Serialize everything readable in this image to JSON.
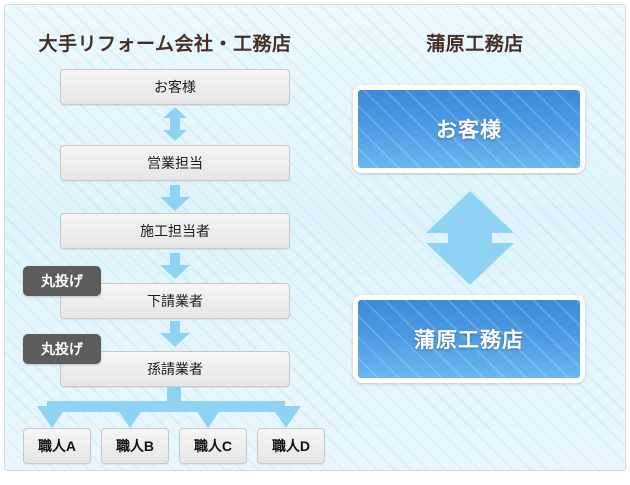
{
  "diagram": {
    "type": "comparison-flow",
    "background_color": "#e3f4fb",
    "accent_arrow_color": "#8fd3f4",
    "badge_color": "#5c5c5c",
    "blue_box_gradient": [
      "#3d8bd8",
      "#6ab6ef"
    ],
    "grey_box_gradient": [
      "#f6f6f6",
      "#e6e6e6"
    ]
  },
  "left_column": {
    "title": "大手リフォーム会社・工務店",
    "nodes": [
      {
        "id": "customer",
        "label": "お客様"
      },
      {
        "id": "sales",
        "label": "営業担当"
      },
      {
        "id": "construct",
        "label": "施工担当者"
      },
      {
        "id": "sub",
        "label": "下請業者"
      },
      {
        "id": "grand",
        "label": "孫請業者"
      }
    ],
    "badges": [
      {
        "id": "badge1",
        "label": "丸投げ",
        "attached_to": "sub"
      },
      {
        "id": "badge2",
        "label": "丸投げ",
        "attached_to": "grand"
      }
    ],
    "craftsmen": [
      {
        "id": "c0",
        "label": "職人A"
      },
      {
        "id": "c1",
        "label": "職人B"
      },
      {
        "id": "c2",
        "label": "職人C"
      },
      {
        "id": "c3",
        "label": "職人D"
      }
    ],
    "connectors": [
      {
        "from": "customer",
        "to": "sales",
        "style": "double"
      },
      {
        "from": "sales",
        "to": "construct",
        "style": "single"
      },
      {
        "from": "construct",
        "to": "sub",
        "style": "single"
      },
      {
        "from": "sub",
        "to": "grand",
        "style": "single"
      },
      {
        "from": "grand",
        "to": "craftsmen",
        "style": "branch-4"
      }
    ]
  },
  "right_column": {
    "title": "蒲原工務店",
    "nodes": [
      {
        "id": "blue-customer",
        "label": "お客様"
      },
      {
        "id": "blue-company",
        "label": "蒲原工務店"
      }
    ],
    "connectors": [
      {
        "from": "blue-customer",
        "to": "blue-company",
        "style": "double-large"
      }
    ]
  }
}
